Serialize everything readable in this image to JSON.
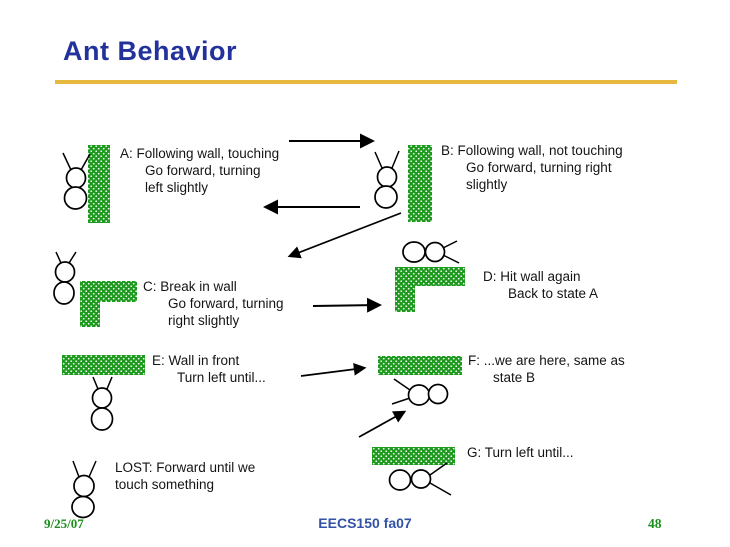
{
  "slide": {
    "title": "Ant Behavior",
    "footer": {
      "date": "9/25/07",
      "course": "EECS150 fa07",
      "page": "48"
    }
  },
  "colors": {
    "title_blue": "#23329B",
    "accent_gold": "#E6B83D",
    "wall_green": "#1E9B1E",
    "footer_green": "#1B8F1B",
    "footer_blue": "#3152A5",
    "text_black": "#141414"
  },
  "labels": {
    "a": [
      "A: Following wall, touching",
      "Go forward, turning",
      "left slightly"
    ],
    "b": [
      "B: Following wall, not touching",
      "Go forward, turning right",
      "slightly"
    ],
    "c": [
      "C: Break in wall",
      "Go forward, turning",
      "right slightly"
    ],
    "d": [
      "D: Hit wall again",
      "Back to state A"
    ],
    "e": [
      "E: Wall in front",
      "Turn left until..."
    ],
    "f": [
      "F: ...we are here, same as",
      "state B"
    ],
    "g": [
      "G: Turn left until..."
    ],
    "lost": [
      "LOST: Forward until we",
      "touch something"
    ]
  }
}
